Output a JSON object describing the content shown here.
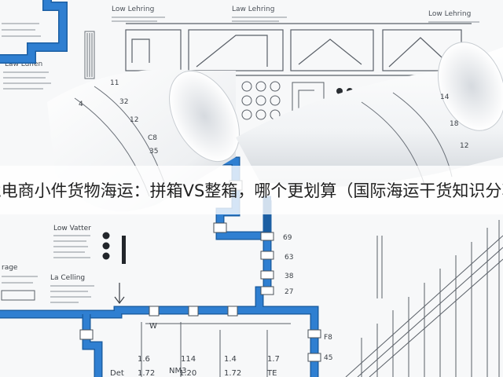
{
  "caption": {
    "text": "跨境电商小件货物海运：拼箱VS整箱，哪个更划算（国际海运干货知识分享）"
  },
  "colors": {
    "pipe": "#2f7fd1",
    "pipe_outline": "#1c5fa3",
    "paper": "#f7f8f9",
    "ink": "#5a6068",
    "band": "#ffffff"
  },
  "drawing_labels": {
    "top_1": "Low Lehring",
    "top_2": "Law Lehring",
    "top_3": "Low Lehring",
    "left_1": "Law Lufien",
    "left_2": "Low Vatter",
    "left_3": "rage",
    "left_4": "La Celling",
    "scale": [
      "11",
      "32",
      "4",
      "12",
      "C8",
      "35",
      "14",
      "18",
      "12"
    ],
    "pipe": [
      "69",
      "63",
      "38",
      "27",
      "F8",
      "45"
    ],
    "bottom": [
      "W",
      "1.6",
      "114",
      "1.4",
      "1.7",
      "1.72",
      "1.20",
      "1.72",
      "Det",
      "NM3",
      "TE"
    ]
  },
  "icons": {
    "legend_dots": "filled-circle-icon",
    "arrow": "down-arrow-icon"
  }
}
